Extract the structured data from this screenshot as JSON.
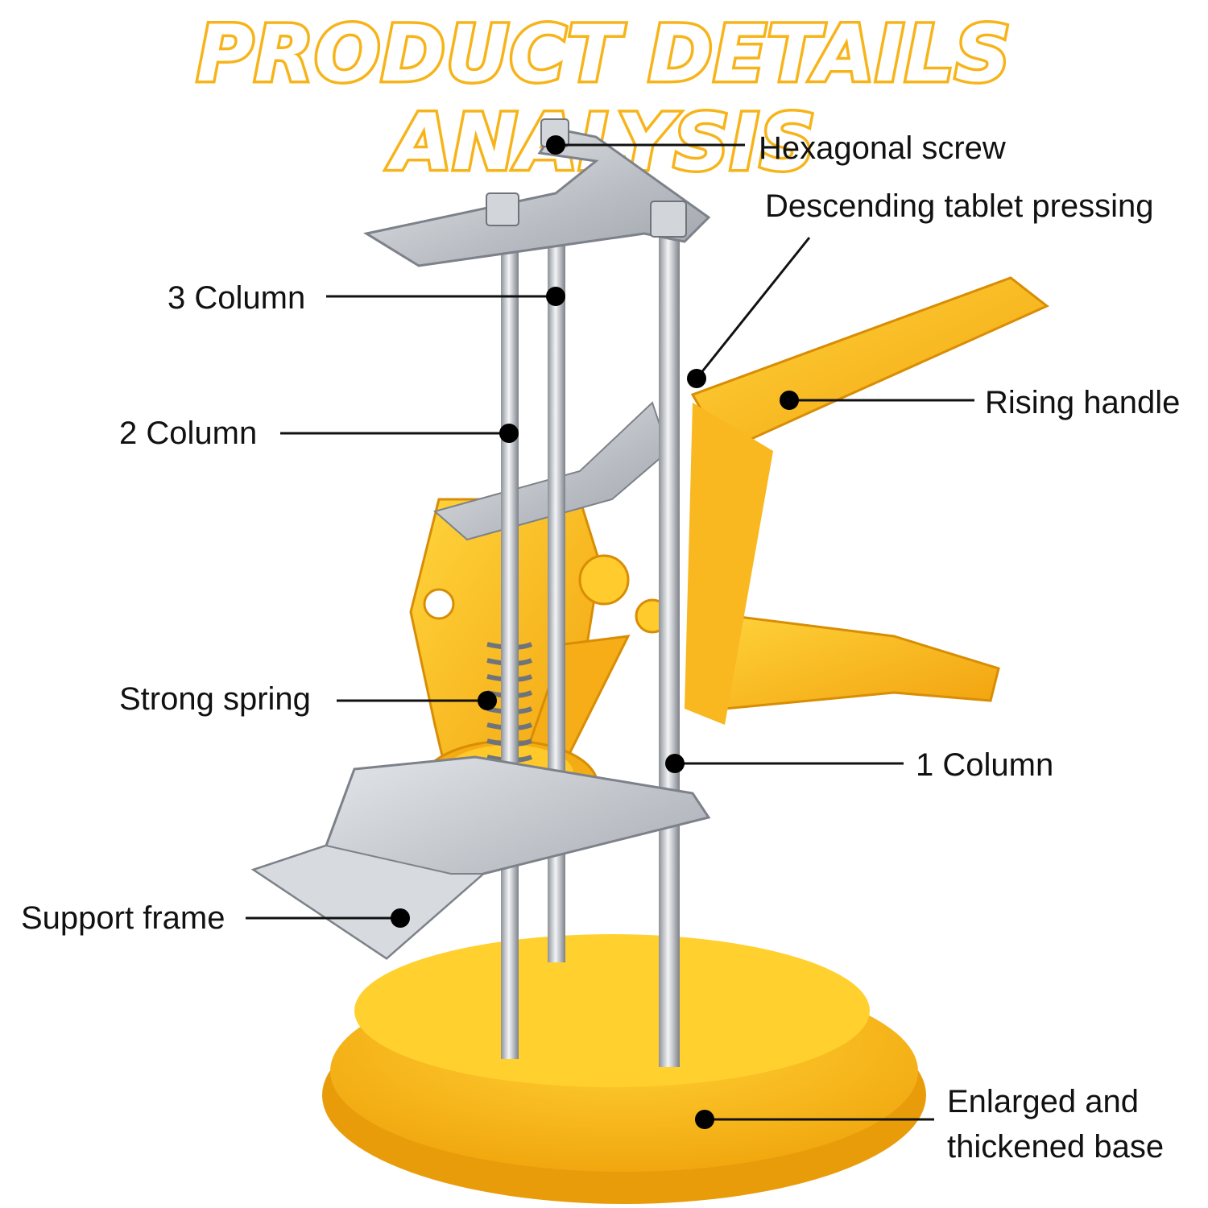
{
  "title": "PRODUCT DETAILS ANALYSIS",
  "labels": {
    "hexagonal_screw": "Hexagonal screw",
    "descending_tablet": "Descending tablet pressing",
    "column3": "3 Column",
    "column2": "2 Column",
    "rising_handle": "Rising handle",
    "strong_spring": "Strong spring",
    "column1": "1 Column",
    "support_frame": "Support frame",
    "base_line1": "Enlarged and",
    "base_line2": "thickened base"
  },
  "colors": {
    "yellow": "#fbbf24",
    "yellow_dark": "#e9a20c",
    "steel": "#c9ccd1",
    "title_stroke": "#f7b41a"
  }
}
